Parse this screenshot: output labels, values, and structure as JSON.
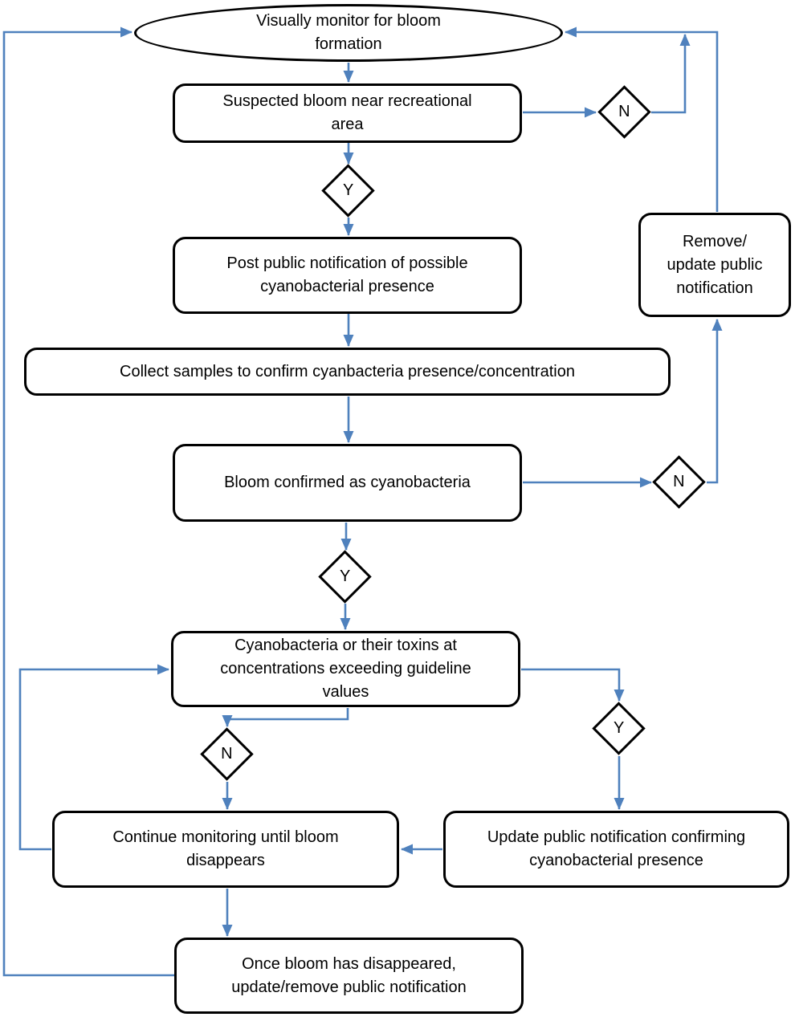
{
  "diagram": {
    "colors": {
      "arrow": "#4f81bd",
      "shape_border": "#000000",
      "text": "#000000",
      "background": "#ffffff"
    },
    "nodes": {
      "start": {
        "shape": "ellipse",
        "label": "Visually monitor for bloom formation"
      },
      "suspected_bloom": {
        "shape": "rounded-box",
        "label": "Suspected bloom near recreational area"
      },
      "post_notification": {
        "shape": "rounded-box",
        "label": "Post public notification of possible cyanobacterial presence"
      },
      "collect_samples": {
        "shape": "rounded-box",
        "label": "Collect samples to confirm cyanbacteria presence/concentration"
      },
      "bloom_confirmed": {
        "shape": "rounded-box",
        "label": "Bloom confirmed as  cyanobacteria"
      },
      "remove_update_notification": {
        "shape": "rounded-box",
        "label": "Remove/ update public notification"
      },
      "exceeding_guidelines": {
        "shape": "rounded-box",
        "label": "Cyanobacteria or their toxins at concentrations exceeding guideline values"
      },
      "continue_monitoring": {
        "shape": "rounded-box",
        "label": "Continue monitoring until bloom disappears"
      },
      "update_confirming": {
        "shape": "rounded-box",
        "label": "Update public notification  confirming cyanobacterial presence"
      },
      "bloom_disappeared": {
        "shape": "rounded-box",
        "label": "Once bloom has disappeared, update/remove public notification"
      }
    },
    "decisions": {
      "suspected_no": "N",
      "suspected_yes": "Y",
      "confirmed_no": "N",
      "confirmed_yes": "Y",
      "guideline_no": "N",
      "guideline_yes": "Y"
    }
  }
}
